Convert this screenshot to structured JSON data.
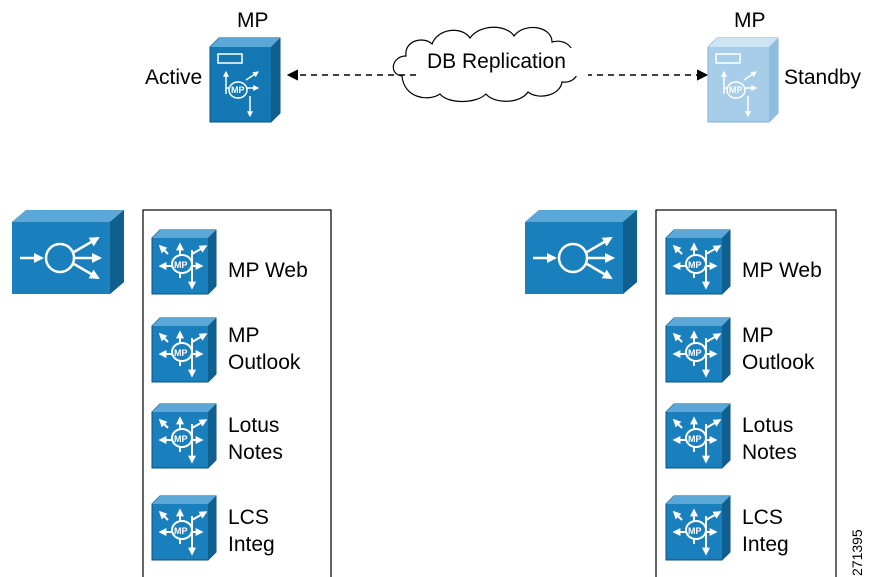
{
  "top": {
    "active_server": {
      "title": "MP",
      "state_label": "Active"
    },
    "standby_server": {
      "title": "MP",
      "state_label": "Standby"
    },
    "link_label": "DB Replication"
  },
  "left_cluster": {
    "modules": [
      {
        "line1": "MP Web",
        "line2": ""
      },
      {
        "line1": "MP",
        "line2": "Outlook"
      },
      {
        "line1": "Lotus",
        "line2": "Notes"
      },
      {
        "line1": "LCS",
        "line2": "Integ"
      }
    ]
  },
  "right_cluster": {
    "modules": [
      {
        "line1": "MP Web",
        "line2": ""
      },
      {
        "line1": "MP",
        "line2": "Outlook"
      },
      {
        "line1": "Lotus",
        "line2": "Notes"
      },
      {
        "line1": "LCS",
        "line2": "Integ"
      }
    ]
  },
  "icon_text": {
    "mp": "MP"
  },
  "figure_id": "271395",
  "colors": {
    "active_blue": "#1478b4",
    "standby_blue": "#a8cde8",
    "module_blue": "#1a7fbd",
    "module_dark": "#0f5f90",
    "outline": "#000000"
  }
}
